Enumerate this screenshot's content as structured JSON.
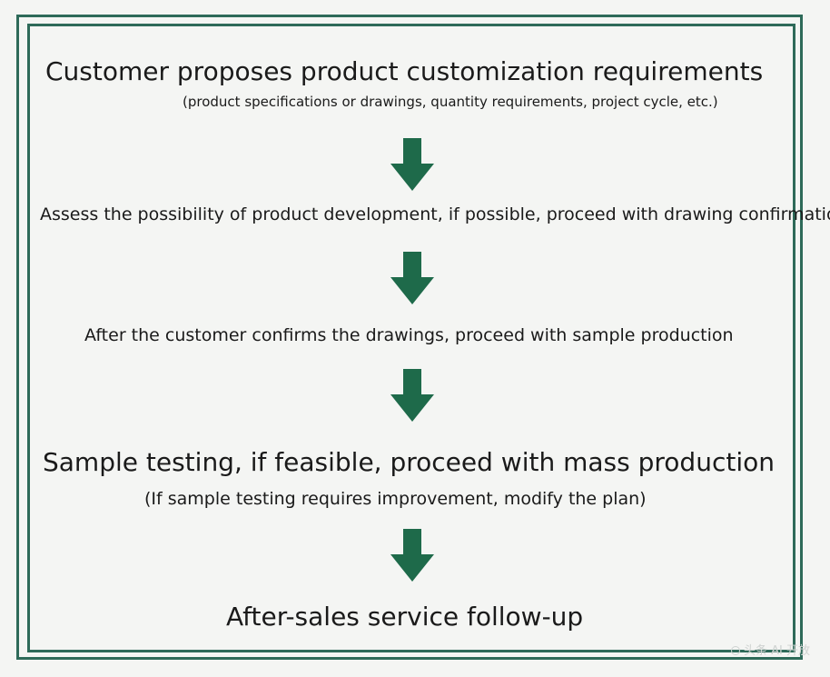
{
  "steps": [
    {
      "title": "Customer proposes product customization requirements",
      "note": "(product specifications or drawings, quantity requirements, project cycle, etc.)"
    },
    {
      "title": "Assess the possibility of product development, if possible, proceed with drawing confirmation"
    },
    {
      "title": "After the customer confirms the drawings, proceed with sample production"
    },
    {
      "title": "Sample testing, if feasible, proceed with mass production",
      "note": "(If sample testing requires improvement, modify the plan)"
    },
    {
      "title": "After-sales service follow-up"
    }
  ],
  "arrow_icon": "down-arrow-icon",
  "watermark": "头条 AI 开放",
  "colors": {
    "frame": "#2e6a59",
    "arrow": "#1e6a4a",
    "text": "#1a1a1a",
    "background": "#f4f5f3"
  }
}
